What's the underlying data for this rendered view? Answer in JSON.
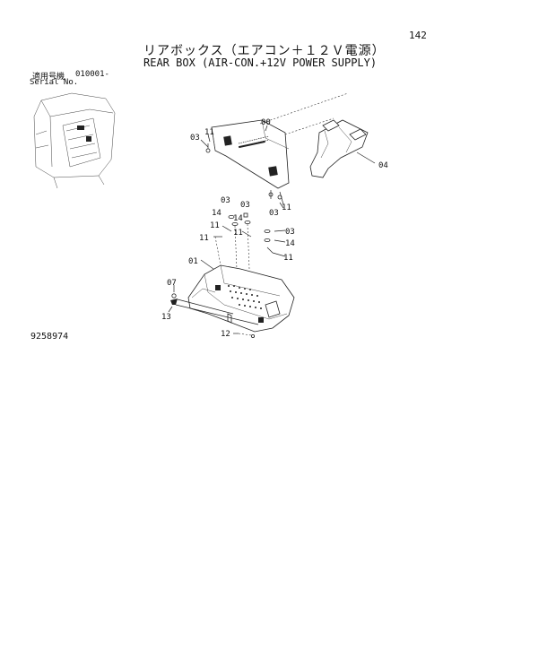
{
  "page": {
    "number": "142"
  },
  "title": {
    "japanese": "リアボックス（エアコン＋１２Ｖ電源）",
    "english": "REAR BOX (AIR-CON.+12V POWER SUPPLY)"
  },
  "serial": {
    "label_jp": "適用号機",
    "range": "010001-",
    "label_en": "Serial No."
  },
  "drawing_number": "9258974",
  "callouts": [
    "142"
  ],
  "parts": {
    "p00": "00",
    "p01": "01",
    "p03a": "03",
    "p03b": "03",
    "p03c": "03",
    "p03d": "03",
    "p03e": "03",
    "p04": "04",
    "p07": "07",
    "p11a": "11",
    "p11b": "11",
    "p11c": "11",
    "p11d": "11",
    "p11e": "11",
    "p11f": "11",
    "p12": "12",
    "p13": "13",
    "p14a": "14",
    "p14b": "14",
    "p14c": "14"
  }
}
